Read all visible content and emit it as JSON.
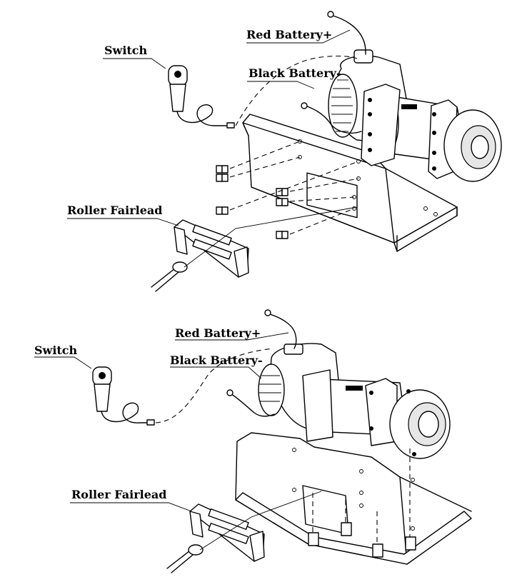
{
  "views": [
    {
      "labels": {
        "switch": "Switch",
        "red_battery": "Red Battery+",
        "black_battery": "Black Battery-",
        "roller_fairlead": "Roller Fairlead"
      }
    },
    {
      "labels": {
        "switch": "Switch",
        "red_battery": "Red Battery+",
        "black_battery": "Black Battery-",
        "roller_fairlead": "Roller Fairlead"
      }
    }
  ]
}
